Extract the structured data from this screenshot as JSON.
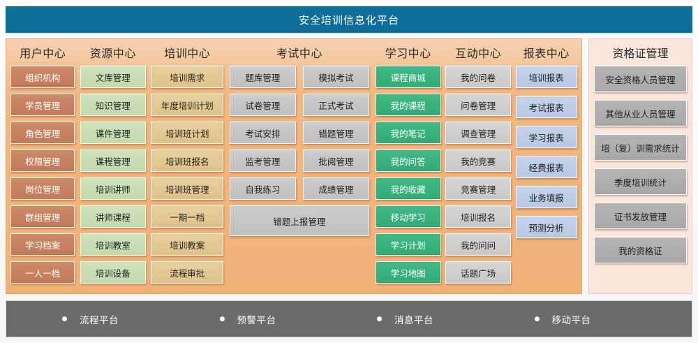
{
  "header": {
    "title": "安全培训信息化平台",
    "bg_color": "#0d6e99",
    "text_color": "#ffffff"
  },
  "centers": [
    {
      "key": "user-center",
      "title": "用户中心",
      "tile_color": "#c27a58",
      "items": [
        "组织机构",
        "学员管理",
        "角色管理",
        "权限管理",
        "岗位管理",
        "群组管理",
        "学习档案",
        "一人一档"
      ]
    },
    {
      "key": "resource-center",
      "title": "资源中心",
      "tile_color": "#c2d9ac",
      "items": [
        "文库管理",
        "知识管理",
        "课件管理",
        "课程管理",
        "培训讲师",
        "讲师课程",
        "培训教室",
        "培训设备"
      ]
    },
    {
      "key": "training-center",
      "title": "培训中心",
      "tile_color": "#dfc289",
      "items": [
        "培训需求",
        "年度培训计划",
        "培训班计划",
        "培训班报名",
        "培训班管理",
        "一期一档",
        "培训教案",
        "流程审批"
      ]
    },
    {
      "key": "exam-center",
      "title": "考试中心",
      "tile_color": "#bfbfbf",
      "column_left": [
        "题库管理",
        "试卷管理",
        "考试安排",
        "监考管理",
        "自我练习"
      ],
      "column_right": [
        "模拟考试",
        "正式考试",
        "错题管理",
        "批阅管理",
        "成绩管理"
      ],
      "wide_item": "错题上报管理"
    },
    {
      "key": "study-center",
      "title": "学习中心",
      "tile_color": "#32ab77",
      "items": [
        "课程商城",
        "我的课程",
        "我的笔记",
        "我的问答",
        "我的收藏",
        "移动学习",
        "学习计划",
        "学习地图"
      ]
    },
    {
      "key": "interaction-center",
      "title": "互动中心",
      "tile_color": "#c8c8c8",
      "items": [
        "我的问卷",
        "问卷管理",
        "调查管理",
        "我的竞赛",
        "竞赛管理",
        "培训报名",
        "我的问问",
        "话题广场"
      ]
    },
    {
      "key": "report-center",
      "title": "报表中心",
      "tile_color": "#b8c8e4",
      "items": [
        "培训报表",
        "考试报表",
        "学习报表",
        "经费报表",
        "业务填报",
        "预测分析"
      ]
    }
  ],
  "certificate_panel": {
    "key": "certificate-management",
    "title": "资格证管理",
    "tile_color": "#a8a8a8",
    "bg_color": "#fbe7db",
    "items": [
      "安全资格人员管理",
      "其他从业人员管理",
      "培（复）训需求统计",
      "季度培训统计",
      "证书发放管理",
      "我的资格证"
    ]
  },
  "footer": {
    "bg_color": "#6b6b6b",
    "items": [
      "流程平台",
      "预警平台",
      "消息平台",
      "移动平台"
    ]
  }
}
